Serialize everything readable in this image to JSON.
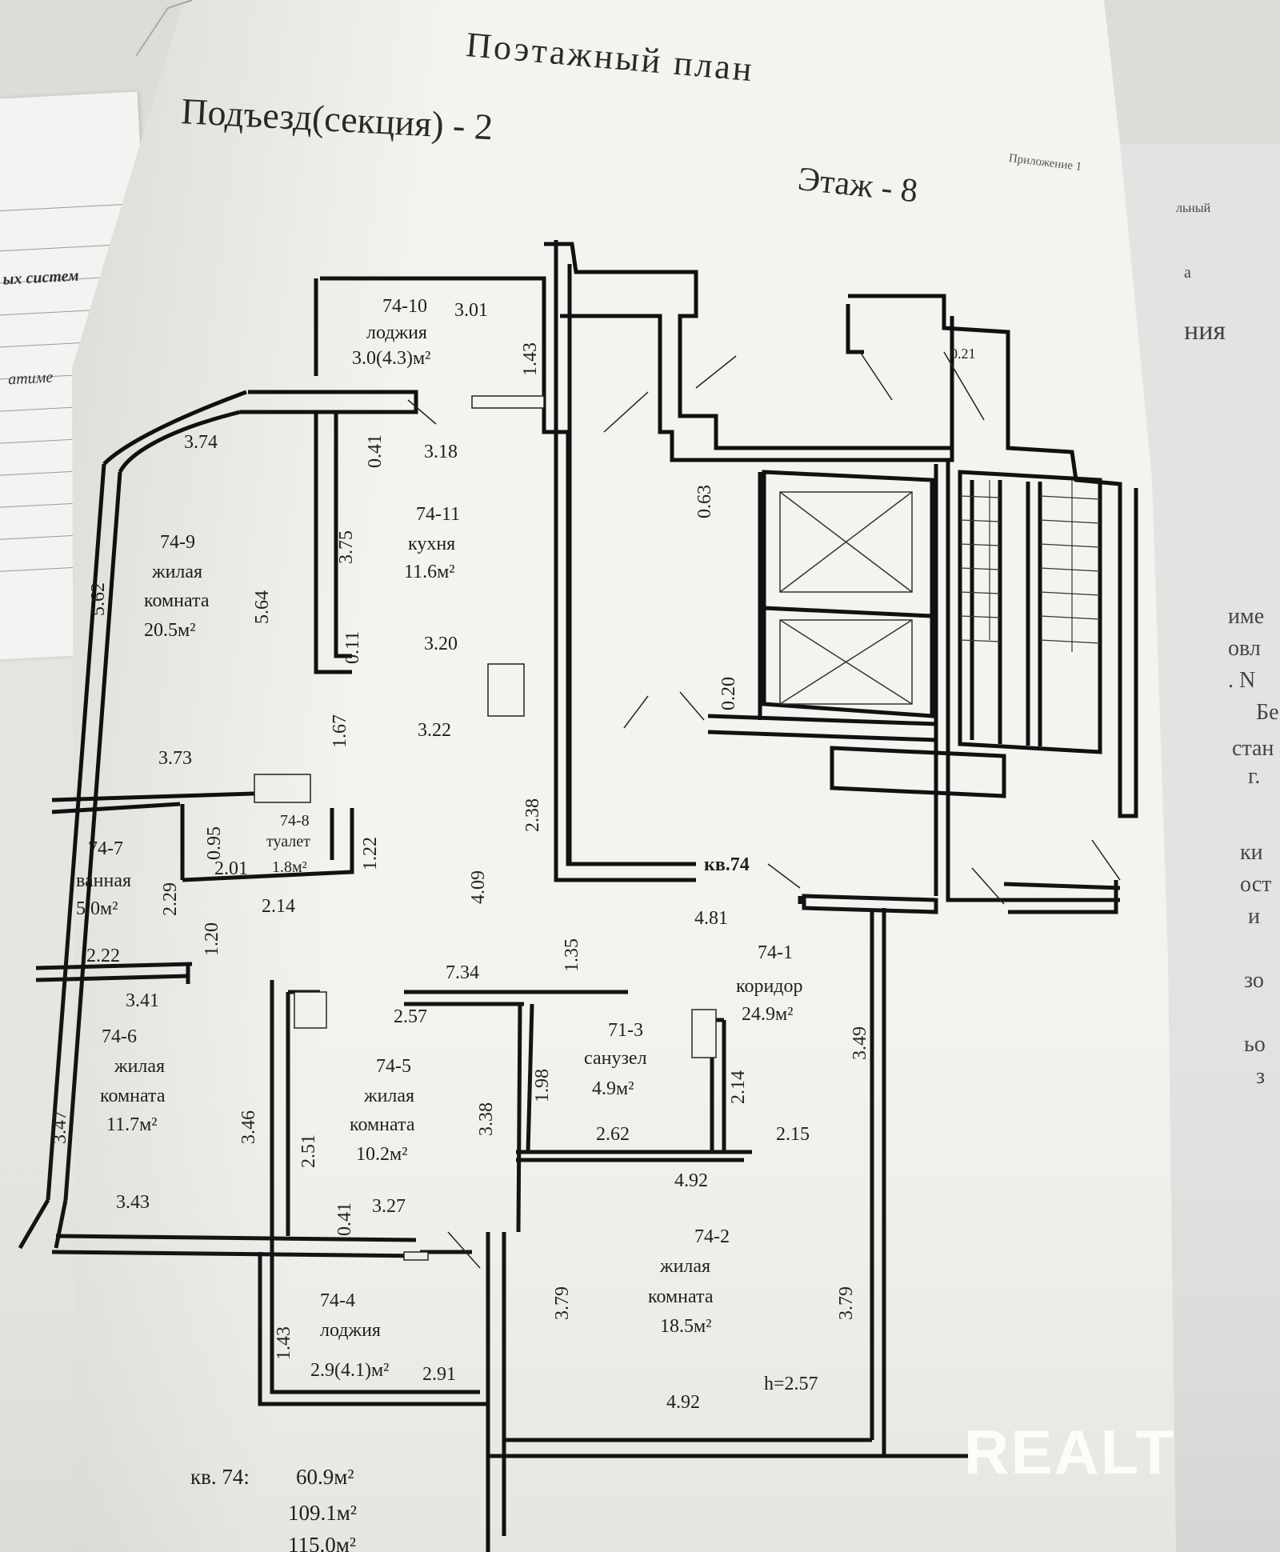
{
  "header": {
    "title": "Поэтажный план",
    "entrance": "Подъезд(секция)  - 2",
    "floor": "Этаж  - 8",
    "appendix": "Приложение 1"
  },
  "background_sheet": {
    "left_fragment_1": "ых систем",
    "left_fragment_2": "атиме",
    "right_fragments": [
      "льный",
      "а",
      "ния",
      "име",
      "овл",
      ". N",
      "Бе",
      "стан",
      "г.",
      "ки",
      "ост",
      "и",
      "зо",
      "ьо",
      "з"
    ]
  },
  "plan": {
    "rooms": [
      {
        "id": "74-10",
        "name": "лоджия",
        "area": "3.0(4.3)м²"
      },
      {
        "id": "74-11",
        "name": "кухня",
        "area": "11.6м²"
      },
      {
        "id": "74-9",
        "name": "жилая",
        "name2": "комната",
        "area": "20.5м²"
      },
      {
        "id": "74-8",
        "name": "туалет",
        "area": "1.8м²"
      },
      {
        "id": "74-7",
        "name": "ванная",
        "area": "5.0м²"
      },
      {
        "id": "74-1",
        "name": "коридор",
        "area": "24.9м²"
      },
      {
        "id": "71-3",
        "name": "санузел",
        "area": "4.9м²"
      },
      {
        "id": "74-6",
        "name": "жилая",
        "name2": "комната",
        "area": "11.7м²"
      },
      {
        "id": "74-5",
        "name": "жилая",
        "name2": "комната",
        "area": "10.2м²"
      },
      {
        "id": "74-2",
        "name": "жилая",
        "name2": "комната",
        "area": "18.5м²"
      },
      {
        "id": "74-4",
        "name": "лоджия",
        "area": "2.9(4.1)м²"
      }
    ],
    "apartment_label": "кв.74",
    "dimensions": [
      "3.01",
      "1.43",
      "0.21",
      "3.74",
      "0.41",
      "3.18",
      "0.63",
      "3.75",
      "5.62",
      "5.64",
      "0.11",
      "3.20",
      "0.20",
      "3.22",
      "3.73",
      "1.67",
      "2.38",
      "0.95",
      "1.22",
      "2.29",
      "2.01",
      "2.14",
      "4.09",
      "1.20",
      "4.81",
      "2.22",
      "1.35",
      "3.41",
      "7.34",
      "2.57",
      "3.49",
      "1.98",
      "2.14",
      "3.47",
      "3.46",
      "3.38",
      "2.51",
      "2.62",
      "2.15",
      "3.43",
      "4.92",
      "0.41",
      "3.27",
      "3.79",
      "3.79",
      "1.43",
      "2.91",
      "4.92"
    ],
    "ceiling_height": "h=2.57"
  },
  "summary": {
    "label": "кв. 74:",
    "area_1": "60.9м²",
    "area_2": "109.1м²",
    "area_3": "115.0м²"
  },
  "watermark": "REALT"
}
